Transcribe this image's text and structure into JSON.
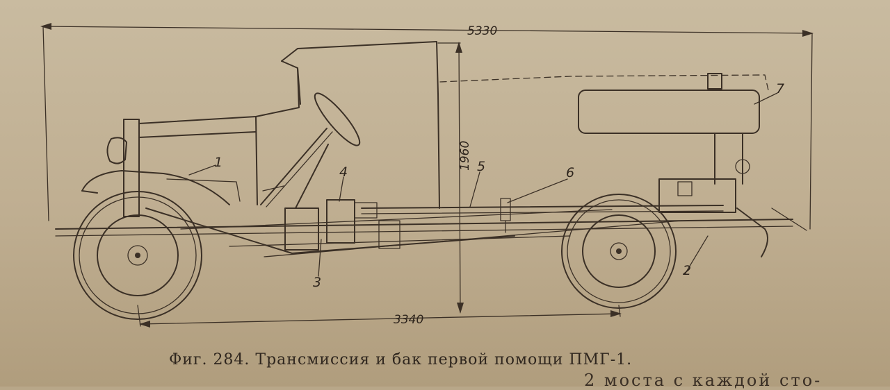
{
  "figure": {
    "caption": "Фиг. 284. Трансмиссия и бак первой помощи ПМГ-1.",
    "next_line_fragment": "2 моста с каждой сто-"
  },
  "dimensions": {
    "overall_length": "5330",
    "wheelbase": "3340",
    "height": "1960"
  },
  "callouts": [
    "1",
    "2",
    "3",
    "4",
    "5",
    "6",
    "7"
  ]
}
